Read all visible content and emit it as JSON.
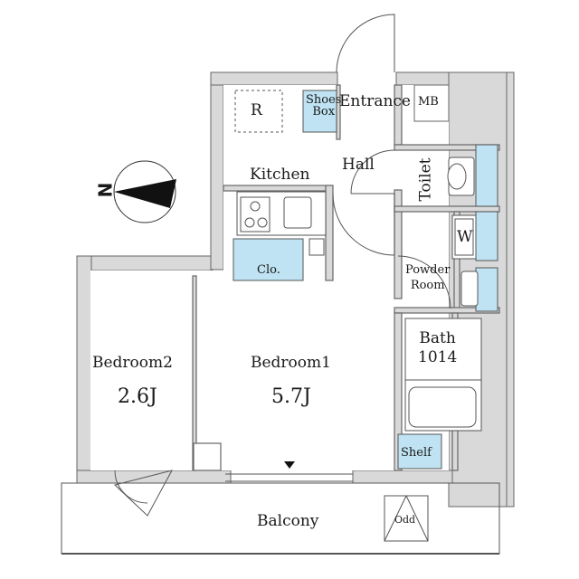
{
  "plan": {
    "compass_letter": "N",
    "rooms": {
      "refrigerator": "R",
      "shoes_box_line1": "Shoes",
      "shoes_box_line2": "Box",
      "entrance": "Entrance",
      "mb": "MB",
      "hall": "Hall",
      "toilet": "Toilet",
      "kitchen": "Kitchen",
      "washer": "W",
      "closet": "Clo.",
      "powder_room_line1": "Powder",
      "powder_room_line2": "Room",
      "bath_line1": "Bath",
      "bath_line2": "1014",
      "bedroom2_name": "Bedroom2",
      "bedroom2_size": "2.6J",
      "bedroom1_name": "Bedroom1",
      "bedroom1_size": "5.7J",
      "shelf": "Shelf",
      "balcony": "Balcony",
      "odd": "Odd"
    },
    "colors": {
      "wall_fill": "#d9d9d9",
      "wall_line": "#666666",
      "storage_fill": "#bfe3f2",
      "line": "#555555"
    }
  }
}
